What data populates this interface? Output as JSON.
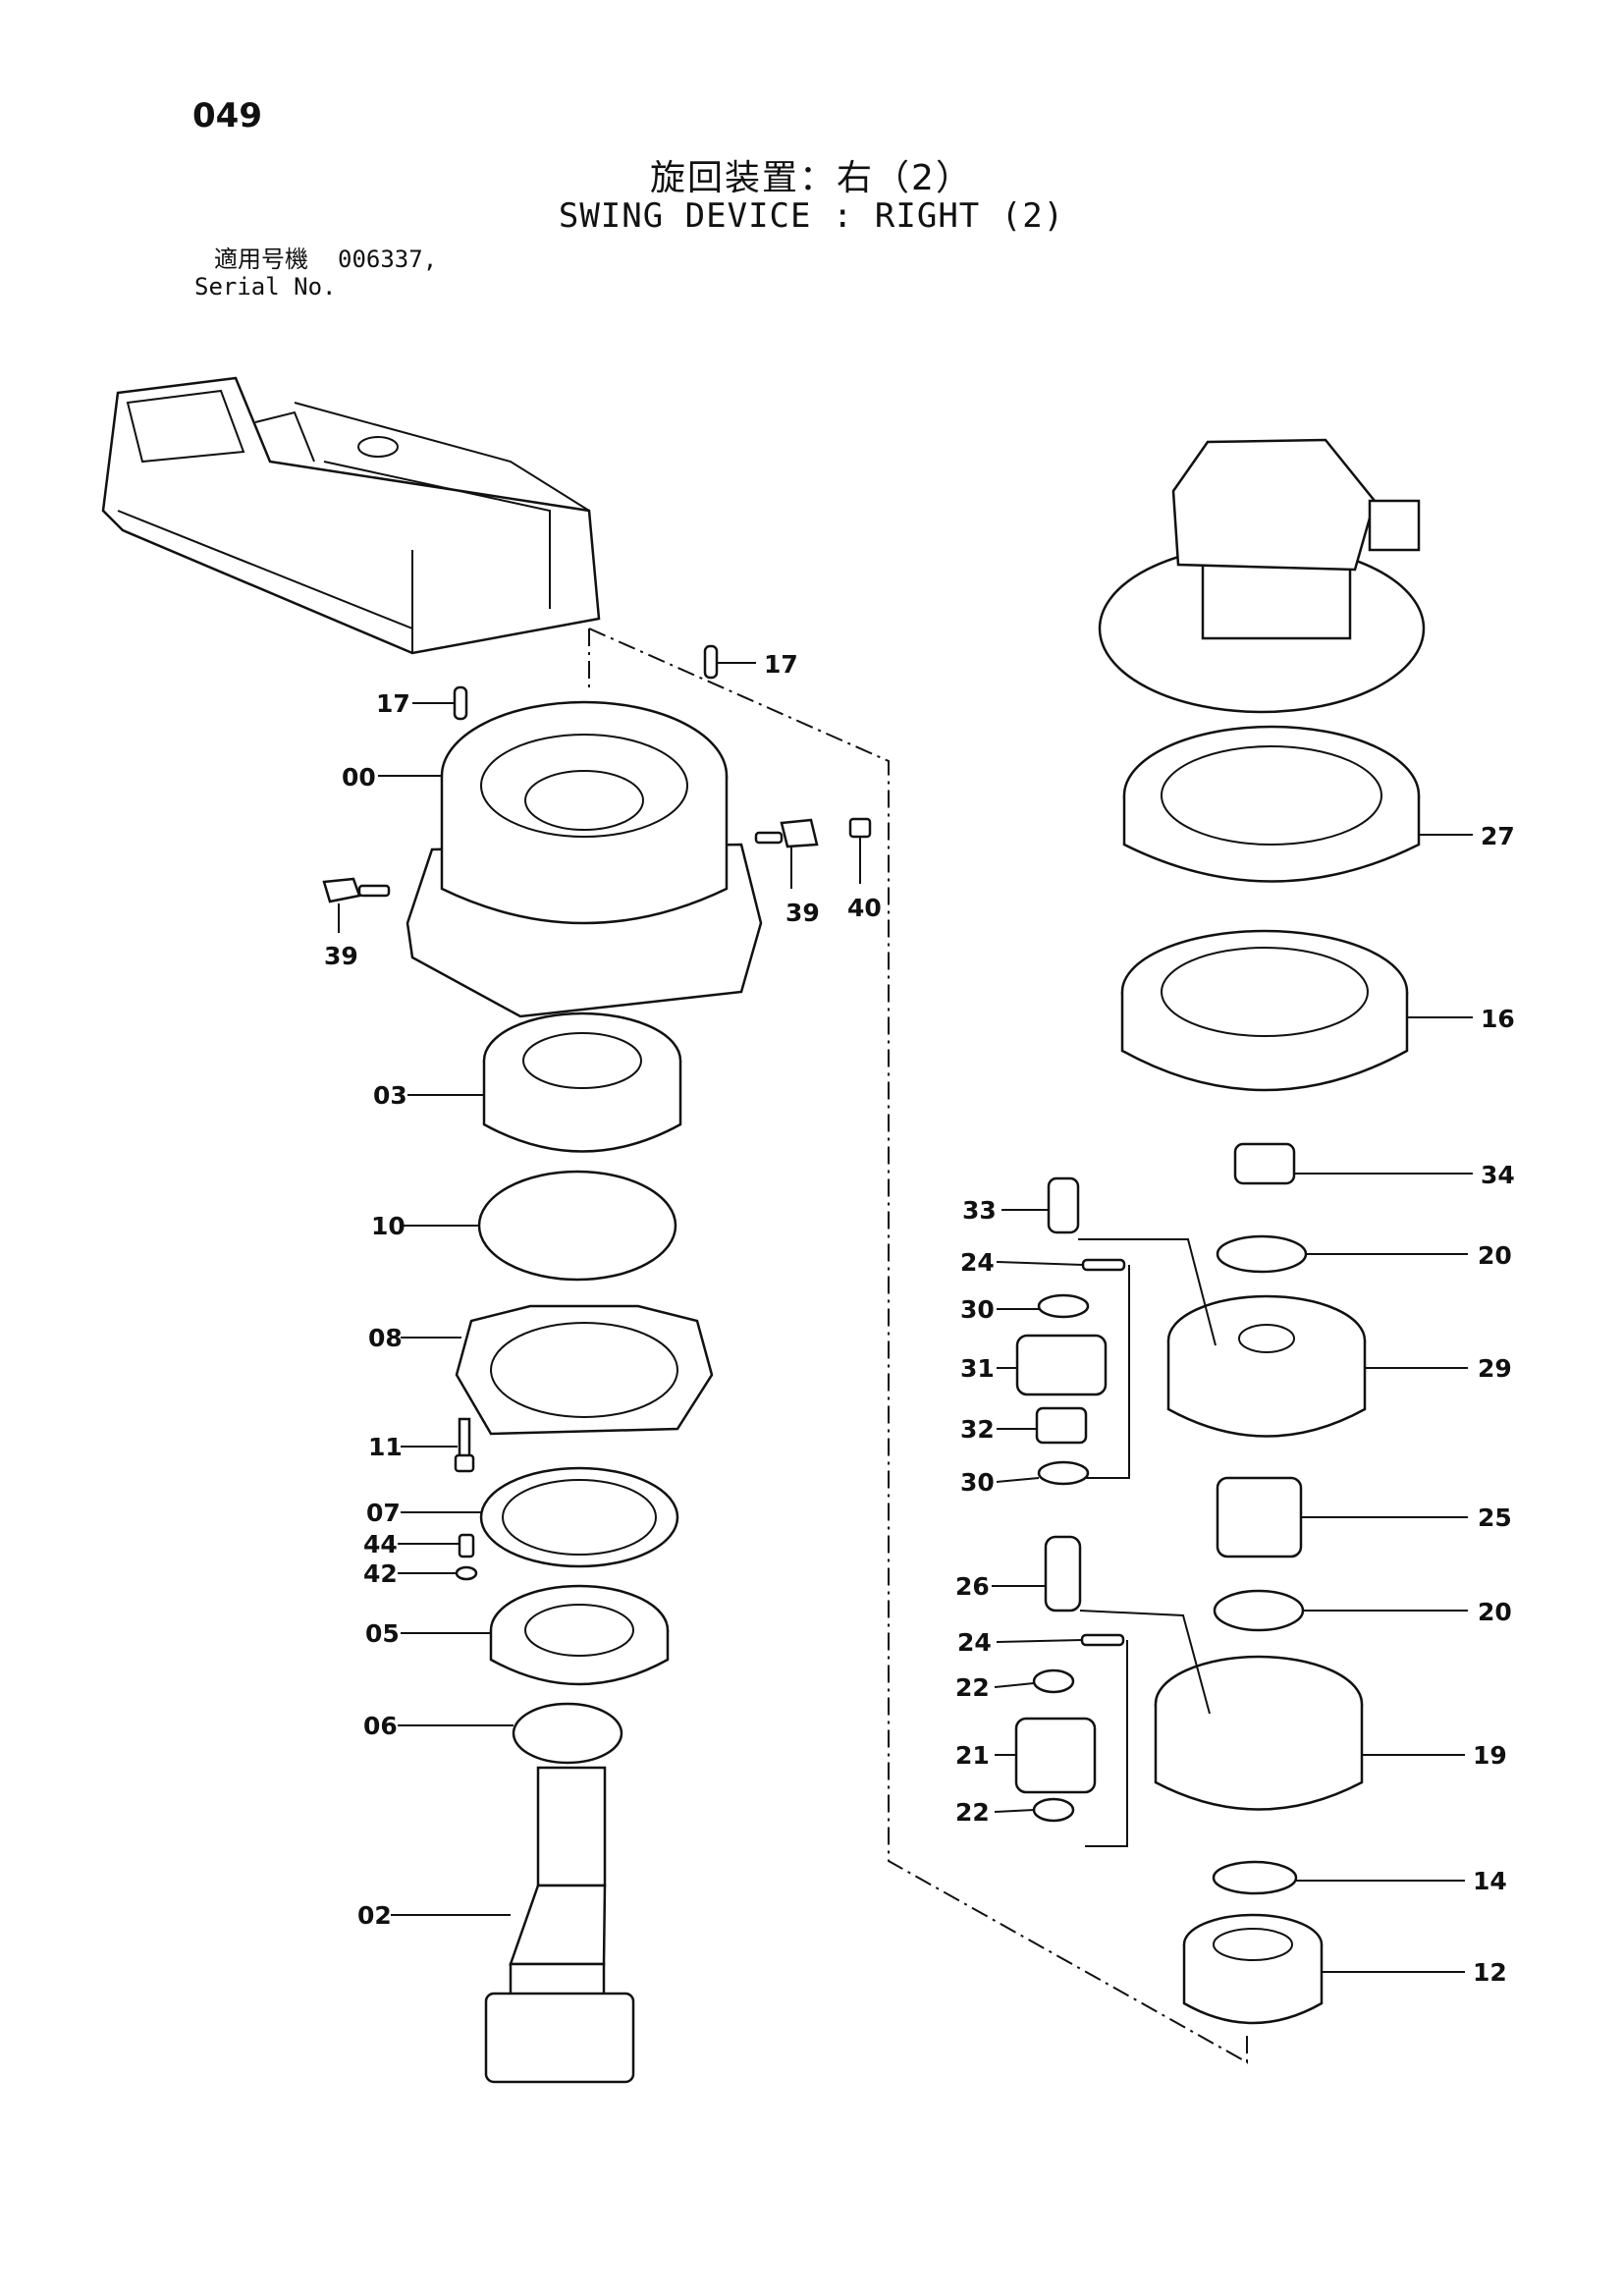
{
  "header": {
    "page_number": "049",
    "title_jp": "旋回装置：右（2）",
    "title_en": "SWING DEVICE : RIGHT (2)",
    "serial_label_jp": "適用号機",
    "serial_value": "006337,",
    "serial_label_en": "Serial No."
  },
  "parts": {
    "p17a": "17",
    "p17b": "17",
    "p00": "00",
    "p39a": "39",
    "p39b": "39",
    "p40": "40",
    "p03": "03",
    "p10": "10",
    "p08": "08",
    "p11": "11",
    "p07": "07",
    "p44": "44",
    "p42": "42",
    "p05": "05",
    "p06": "06",
    "p02": "02",
    "p27": "27",
    "p16": "16",
    "p34": "34",
    "p33": "33",
    "p20a": "20",
    "p24a": "24",
    "p30a": "30",
    "p29": "29",
    "p31": "31",
    "p32": "32",
    "p30b": "30",
    "p25": "25",
    "p26": "26",
    "p20b": "20",
    "p24b": "24",
    "p22a": "22",
    "p21": "21",
    "p19": "19",
    "p22b": "22",
    "p14": "14",
    "p12": "12"
  }
}
